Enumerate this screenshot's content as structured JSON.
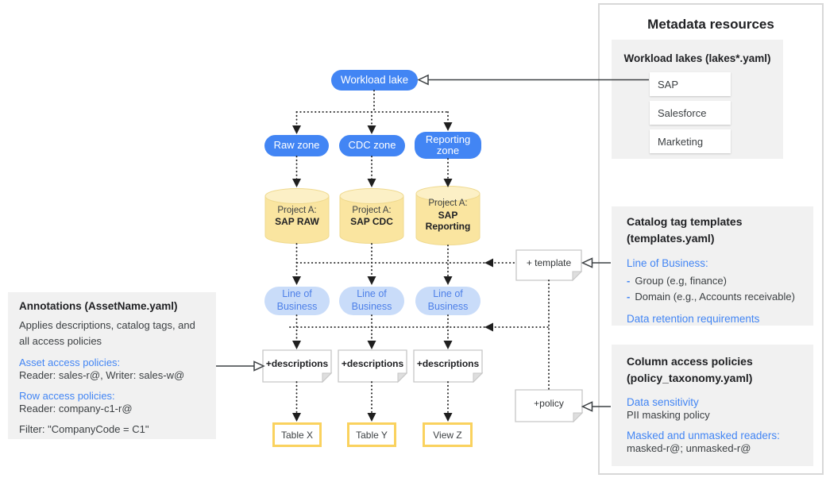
{
  "colors": {
    "primary_blue": "#4285f4",
    "light_blue_node": "#c9dcf9",
    "cylinder_yellow": "#fae5a0",
    "output_border_yellow": "#fad25e",
    "panel_gray": "#f1f1f1",
    "link_blue": "#4285f4"
  },
  "diagram": {
    "workload_lake_label": "Workload lake",
    "template_note_label": "+ template",
    "policy_note_label": "+policy",
    "lob_label": "Line of Business",
    "columns": [
      {
        "zone_label": "Raw zone",
        "project_prefix": "Project A:",
        "project_name": "SAP RAW",
        "descriptions_label": "+descriptions",
        "output_label": "Table X"
      },
      {
        "zone_label": "CDC zone",
        "project_prefix": "Project A:",
        "project_name": "SAP CDC",
        "descriptions_label": "+descriptions",
        "output_label": "Table Y"
      },
      {
        "zone_label": "Reporting zone",
        "project_prefix": "Project A:",
        "project_name": "SAP Reporting",
        "descriptions_label": "+descriptions",
        "output_label": "View Z"
      }
    ]
  },
  "annotations_panel": {
    "title": "Annotations (AssetName.yaml)",
    "description": "Applies descriptions, catalog tags, and all access policies",
    "asset_access_heading": "Asset access policies:",
    "asset_access_value": "Reader: sales-r@, Writer: sales-w@",
    "row_access_heading": "Row access policies:",
    "row_access_value": "Reader: company-c1-r@",
    "filter_value": "Filter: \"CompanyCode = C1\""
  },
  "metadata_panel": {
    "title": "Metadata resources",
    "workload_lakes": {
      "title": "Workload lakes (lakes*.yaml)",
      "items": [
        "SAP",
        "Salesforce",
        "Marketing"
      ]
    },
    "catalog_templates": {
      "title_line1": "Catalog tag templates",
      "title_line2": "(templates.yaml)",
      "lob_heading": "Line of Business:",
      "bullets": [
        {
          "dash": "-",
          "text": "Group (e.g, finance)"
        },
        {
          "dash": "-",
          "text": "Domain (e.g., Accounts receivable)"
        }
      ],
      "retention_heading": "Data retention requirements"
    },
    "column_policies": {
      "title_line1": "Column access policies",
      "title_line2": "(policy_taxonomy.yaml)",
      "sensitivity_heading": "Data sensitivity",
      "sensitivity_value": "PII masking policy",
      "readers_heading": "Masked and unmasked readers:",
      "readers_value": "masked-r@; unmasked-r@"
    }
  }
}
